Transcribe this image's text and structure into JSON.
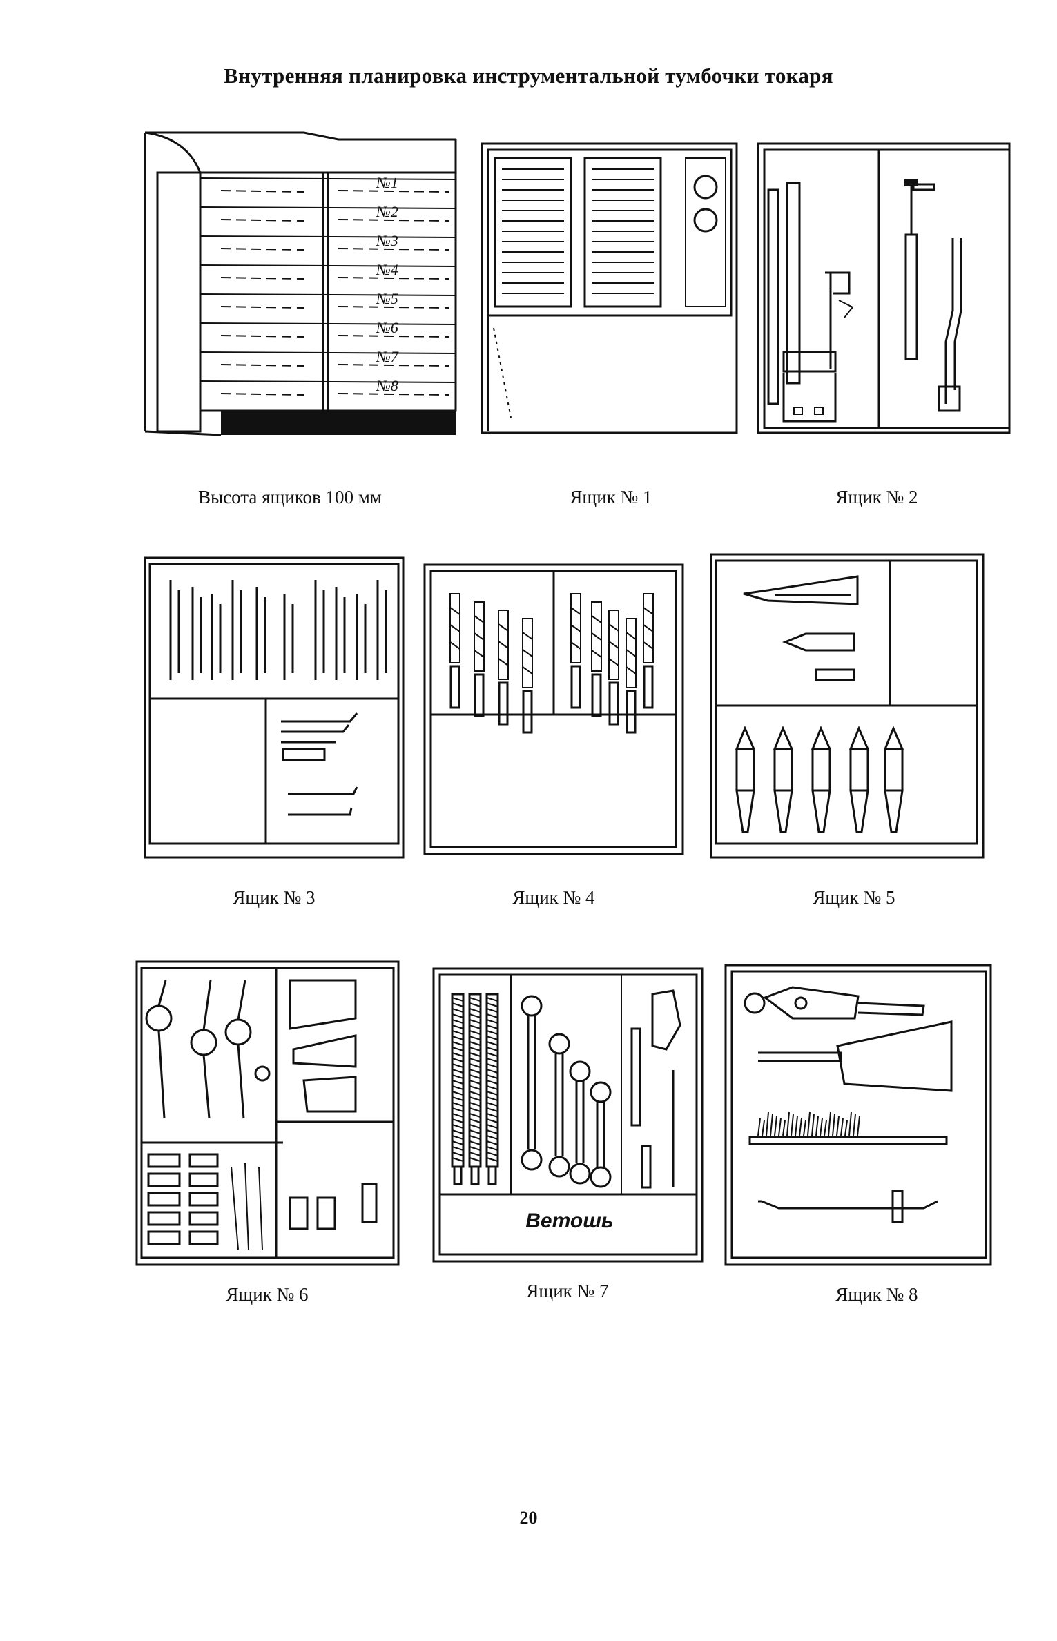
{
  "title": "Внутренняя планировка инструментальной тумбочки токаря",
  "cabinet": {
    "caption": "Высота ящиков 100 мм",
    "drawer_labels": [
      "№1",
      "№2",
      "№3",
      "№4",
      "№5",
      "№6",
      "№7",
      "№8"
    ]
  },
  "drawers": [
    {
      "caption": "Ящик № 1"
    },
    {
      "caption": "Ящик № 2"
    },
    {
      "caption": "Ящик № 3"
    },
    {
      "caption": "Ящик № 4"
    },
    {
      "caption": "Ящик № 5"
    },
    {
      "caption": "Ящик № 6"
    },
    {
      "caption": "Ящик № 7",
      "rag_label": "Ветошь"
    },
    {
      "caption": "Ящик № 8"
    }
  ],
  "page_number": "20"
}
